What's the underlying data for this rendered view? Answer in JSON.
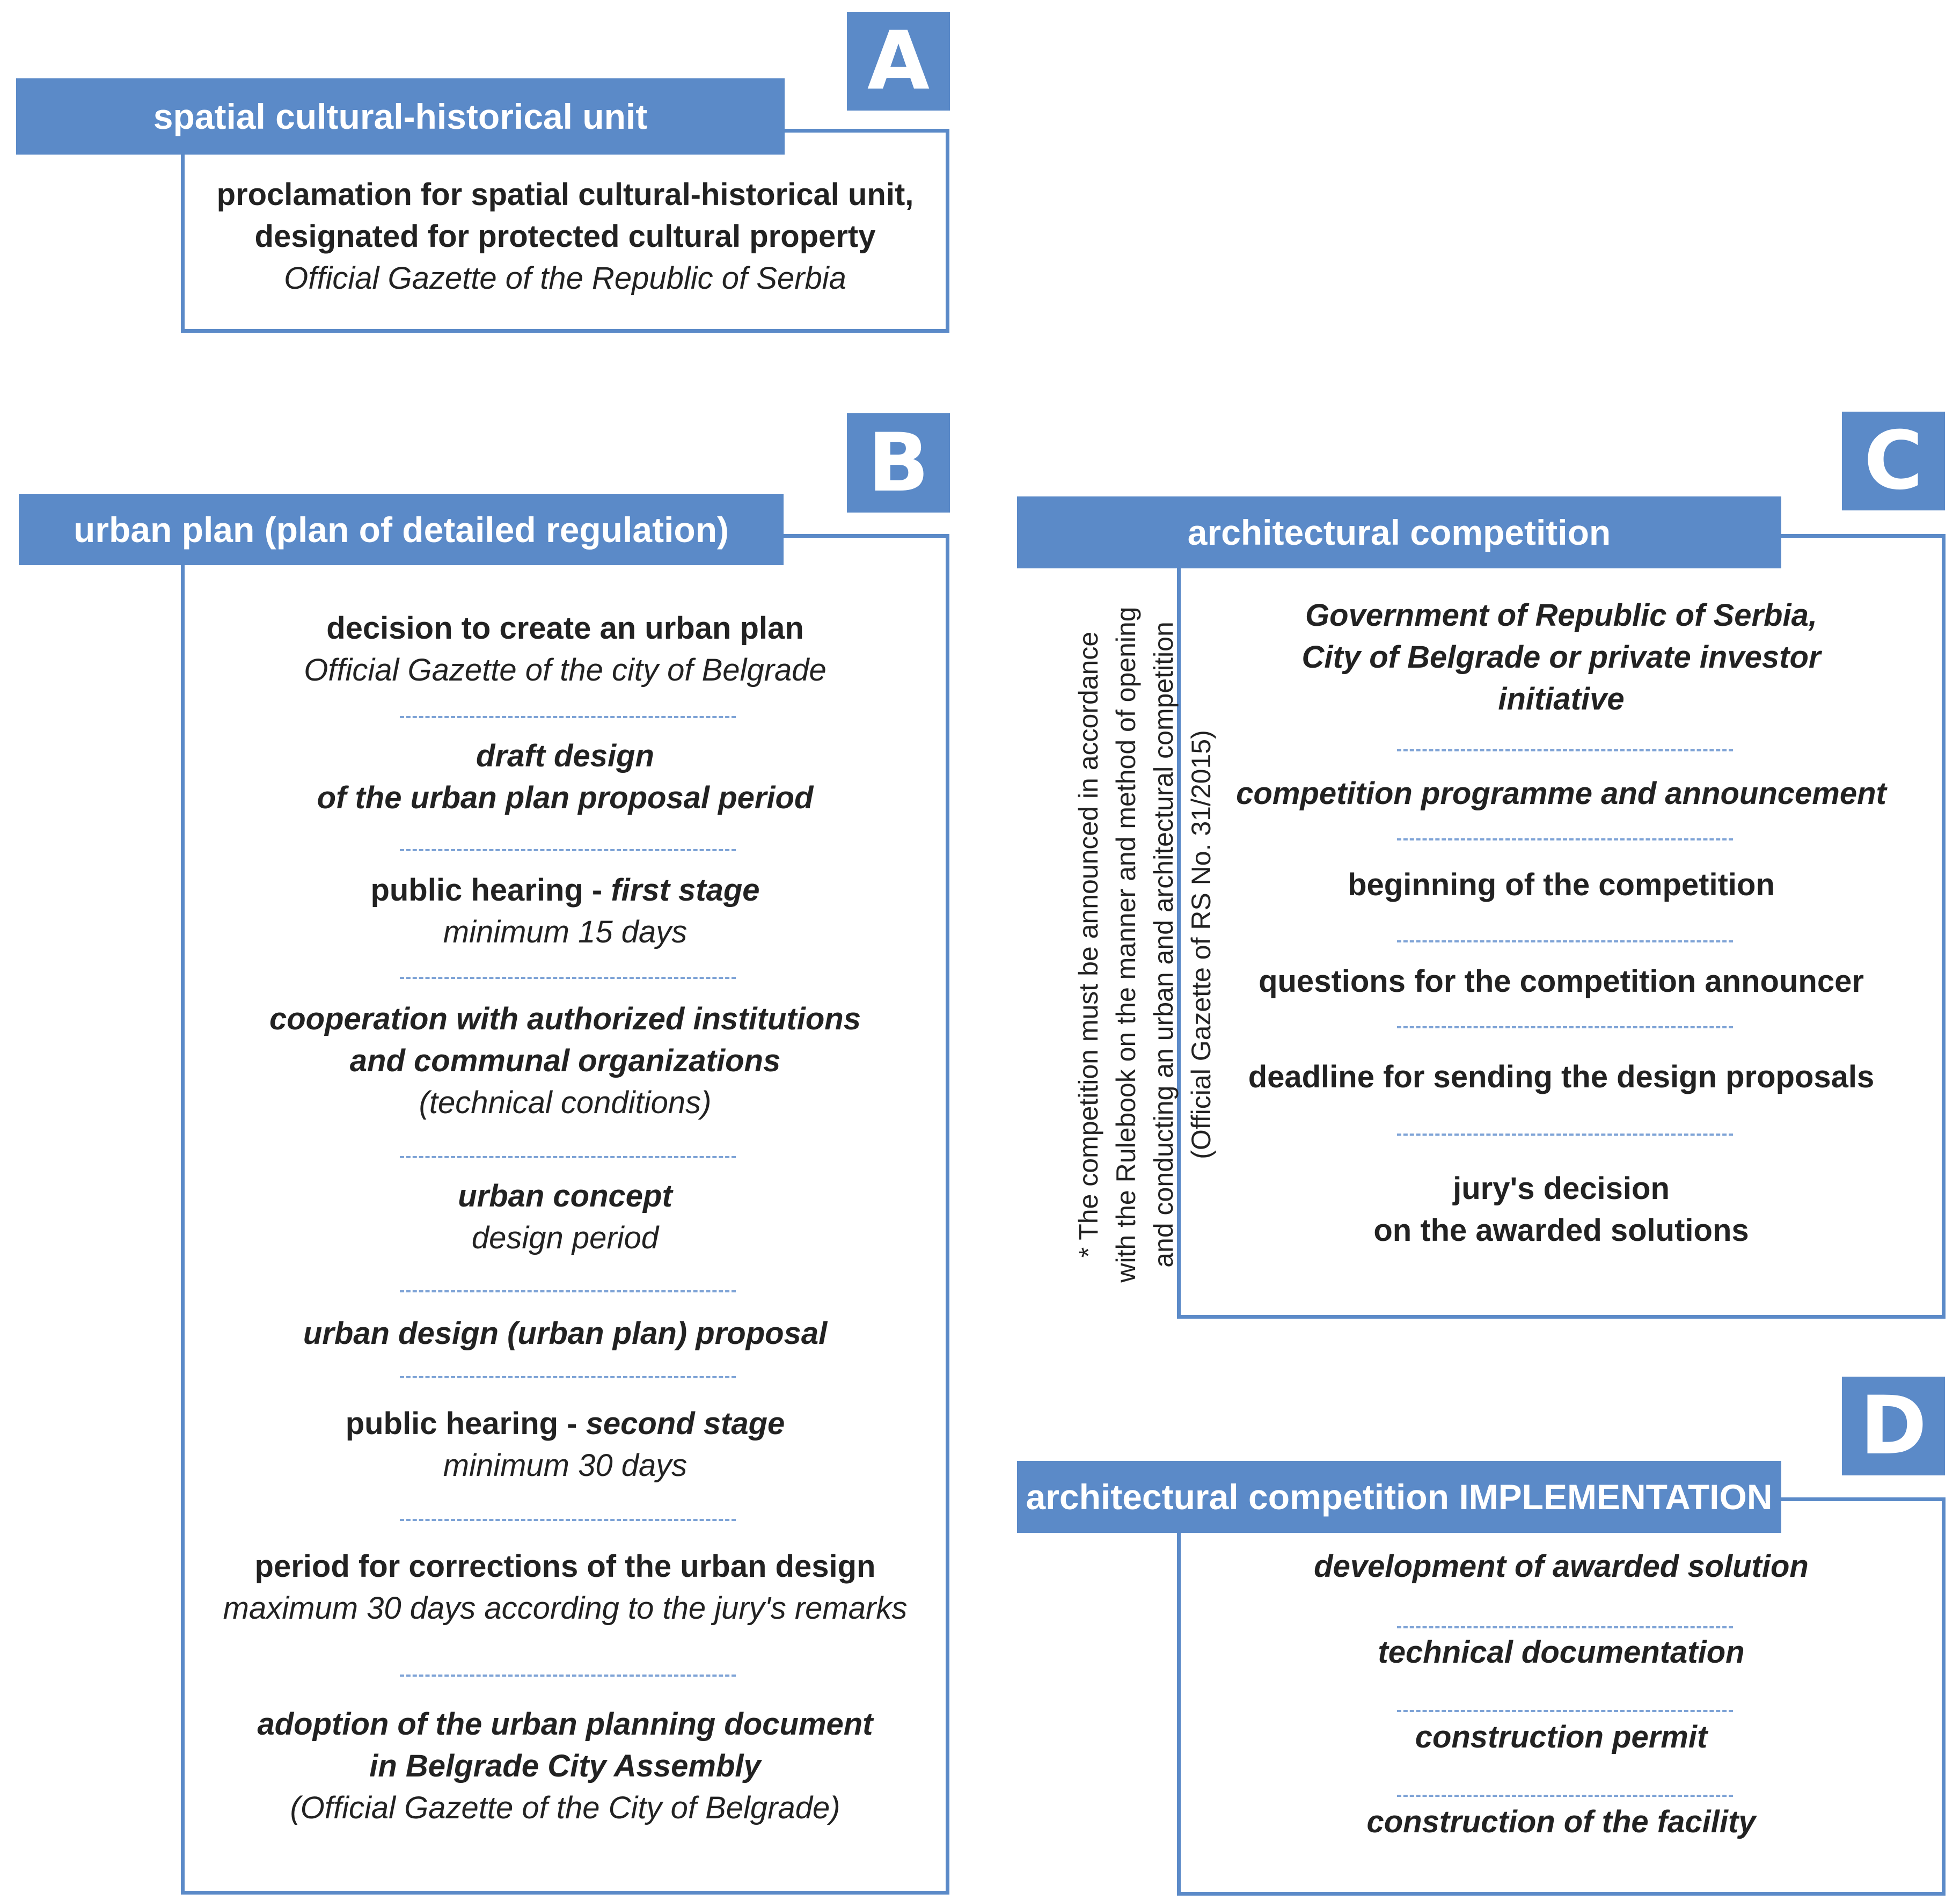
{
  "sections": {
    "a": {
      "letter": "A",
      "title": "spatial cultural-historical unit",
      "line1": "proclamation for spatial cultural-historical unit,",
      "line2": "designated for protected cultural property",
      "line3": "Official Gazette of the Republic of Serbia"
    },
    "b": {
      "letter": "B",
      "title": "urban plan (plan of detailed regulation)",
      "i1_l1": "decision to create an urban plan",
      "i1_l2": "Official Gazette of the city of Belgrade",
      "i2_l1": "draft design",
      "i2_l2": "of the urban plan proposal period",
      "i3_l1a": "public hearing - ",
      "i3_l1b": "first stage",
      "i3_l2": "minimum 15 days",
      "i4_l1": "cooperation with authorized institutions",
      "i4_l2": "and communal organizations",
      "i4_l3": "(technical conditions)",
      "i5_l1": "urban concept",
      "i5_l2": "design period",
      "i6_l1": "urban design (urban plan) proposal",
      "i7_l1a": "public hearing - ",
      "i7_l1b": "second stage",
      "i7_l2": "minimum 30 days",
      "i8_l1": "period for corrections of the urban design",
      "i8_l2": "maximum 30 days according to the jury's remarks",
      "i9_l1": "adoption of the urban planning document",
      "i9_l2": "in Belgrade City Assembly",
      "i9_l3": "(Official Gazette of the City of Belgrade)"
    },
    "c": {
      "letter": "C",
      "title": "architectural competition",
      "note_l1": "* The competition must be announced in accordance",
      "note_l2": "with the Rulebook on the manner and method of opening",
      "note_l3": "and conducting an urban and architectural competition",
      "note_l4": "(Official Gazette of RS No. 31/2015)",
      "i1_l1": "Government of Republic of Serbia,",
      "i1_l2": "City of Belgrade or private investor",
      "i1_l3": "initiative",
      "i2": "competition programme and announcement",
      "i3": "beginning of the competition",
      "i4": "questions for the competition announcer",
      "i5": "deadline for sending the design proposals",
      "i6_l1": "jury's decision",
      "i6_l2": "on the awarded solutions"
    },
    "d": {
      "letter": "D",
      "title": "architectural competition IMPLEMENTATION",
      "i1": "development of awarded solution",
      "i2": "technical documentation",
      "i3": "construction permit",
      "i4": "construction of the facility"
    }
  },
  "colors": {
    "accent": "#5b8ac8",
    "separator": "#7ea3d6",
    "text": "#222222"
  }
}
